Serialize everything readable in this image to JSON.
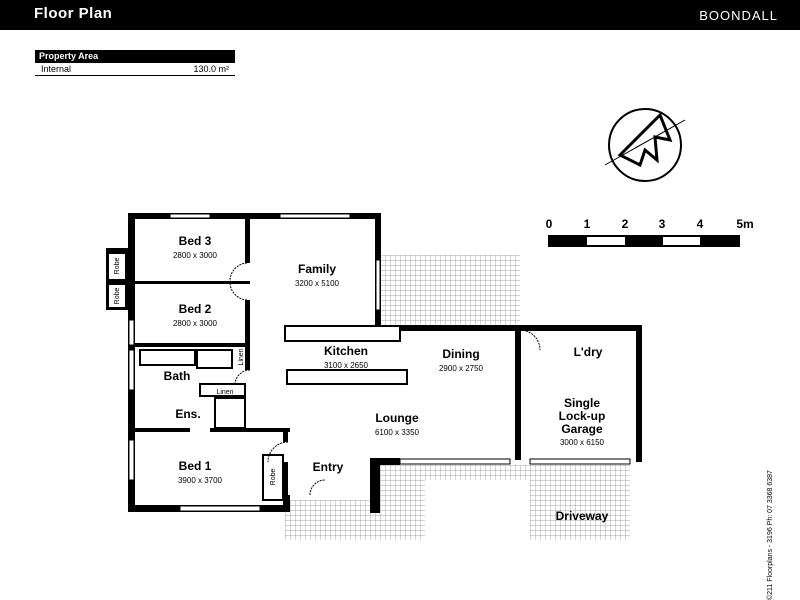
{
  "header": {
    "title": "Floor Plan",
    "suburb": "BOONDALL"
  },
  "property_area": {
    "heading": "Property Area",
    "rows": [
      {
        "label": "Internal",
        "value": "130.0 m²"
      }
    ]
  },
  "scale": {
    "ticks": [
      "0",
      "1",
      "2",
      "3",
      "4",
      "5m"
    ]
  },
  "rooms": {
    "bed3": {
      "name": "Bed 3",
      "size": "2800 x 3000"
    },
    "bed2": {
      "name": "Bed 2",
      "size": "2800 x 3000"
    },
    "family": {
      "name": "Family",
      "size": "3200 x 5100"
    },
    "kitchen": {
      "name": "Kitchen",
      "size": "3100 x 2650"
    },
    "dining": {
      "name": "Dining",
      "size": "2900 x 2750"
    },
    "laundry": {
      "name": "L'dry"
    },
    "garage": {
      "name1": "Single",
      "name2": "Lock-up",
      "name3": "Garage",
      "size": "3000 x 6150"
    },
    "lounge": {
      "name": "Lounge",
      "size": "6100 x 3350"
    },
    "bath": {
      "name": "Bath"
    },
    "linen": {
      "name": "Linen"
    },
    "ensuite": {
      "name": "Ens."
    },
    "bed1": {
      "name": "Bed 1",
      "size": "3900 x 3700"
    },
    "entry": {
      "name": "Entry"
    },
    "driveway": {
      "name": "Driveway"
    },
    "robe": "Robe",
    "linen_small": "Linen"
  },
  "credit": "©211 Floorplans - 3196 Ph: 07 3368 6387"
}
